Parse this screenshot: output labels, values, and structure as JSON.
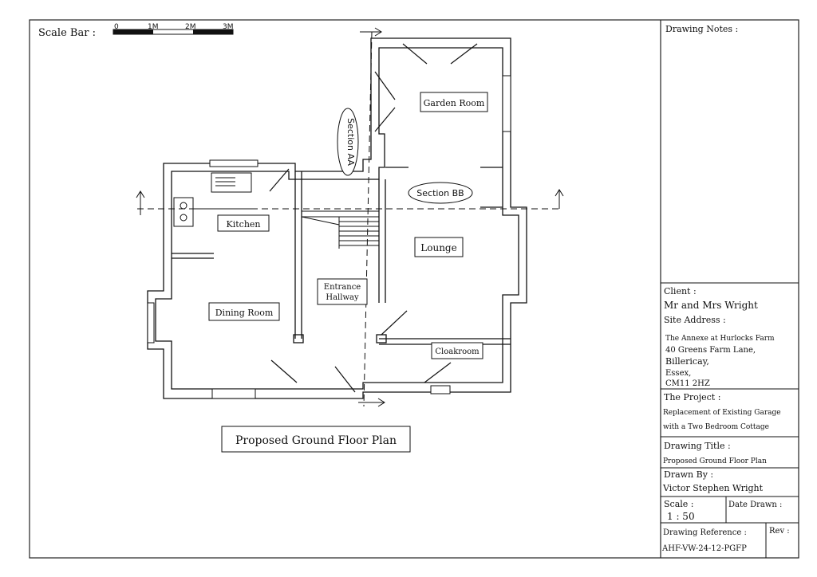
{
  "scale_bar": {
    "label": "Scale Bar :",
    "ticks": [
      "0",
      "1M",
      "2M",
      "3M"
    ]
  },
  "plan_title": "Proposed Ground Floor Plan",
  "rooms": {
    "garden_room": "Garden Room",
    "kitchen": "Kitchen",
    "lounge": "Lounge",
    "entrance_line1": "Entrance",
    "entrance_line2": "Hallway",
    "dining_room": "Dining Room",
    "cloakroom": "Cloakroom"
  },
  "sections": {
    "aa": "Section AA",
    "bb": "Section BB"
  },
  "title_block": {
    "drawing_notes_label": "Drawing Notes :",
    "client_label": "Client :",
    "client_value": "Mr and Mrs Wright",
    "site_address_label": "Site Address :",
    "site_address_lines": [
      "The Annexe at Hurlocks Farm",
      "40 Greens Farm Lane,",
      "Billericay,",
      "Essex,",
      "CM11 2HZ"
    ],
    "project_label": "The Project :",
    "project_lines": [
      "Replacement of Existing Garage",
      "with a Two Bedroom Cottage"
    ],
    "drawing_title_label": "Drawing Title :",
    "drawing_title_value": "Proposed Ground Floor Plan",
    "drawn_by_label": "Drawn By :",
    "drawn_by_value": "Victor Stephen Wright",
    "scale_label": "Scale :",
    "scale_value": "1 : 50",
    "date_drawn_label": "Date Drawn :",
    "drawing_reference_label": "Drawing Reference :",
    "drawing_reference_value": "AHF-VW-24-12-PGFP",
    "rev_label": "Rev :"
  }
}
